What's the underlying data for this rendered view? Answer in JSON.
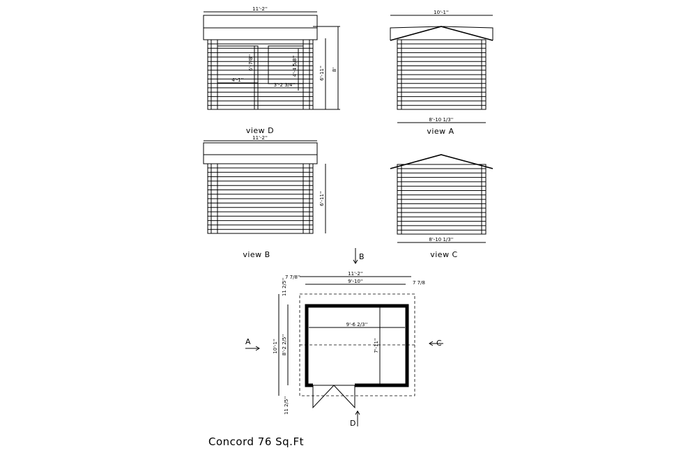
{
  "title": "Concord 76 Sq.Ft",
  "views": {
    "d": {
      "label": "view D",
      "width": "11'-2''",
      "height_total": "8'",
      "wall_height": "6'-11''",
      "door_height": "6'-7/8''",
      "door_width": "4'-1''",
      "window_height": "4'-4 5/8''",
      "window_width": "3'-2 3/4''"
    },
    "a": {
      "label": "view A",
      "roof_width": "10'-1''",
      "wall_width": "8'-10 1/3''"
    },
    "b": {
      "label": "view B",
      "width": "11'-2''",
      "wall_height": "6'-11''"
    },
    "c": {
      "label": "view C",
      "wall_width": "8'-10 1/3''"
    }
  },
  "plan": {
    "overall_width": "11'-2''",
    "inner_width": "9'-10''",
    "overhang_left": "7 7/8''",
    "overhang_right": "7 7/8",
    "overhang_top": "11 2/5''",
    "overhang_bottom": "11 2/5''",
    "overall_depth": "10'-1''",
    "wall_depth": "8'-2 2/5''",
    "interior_width": "9'-6 2/3''",
    "interior_depth": "7'-11''",
    "arrows": {
      "a": "A",
      "b": "B",
      "c": "C",
      "d": "D"
    }
  }
}
